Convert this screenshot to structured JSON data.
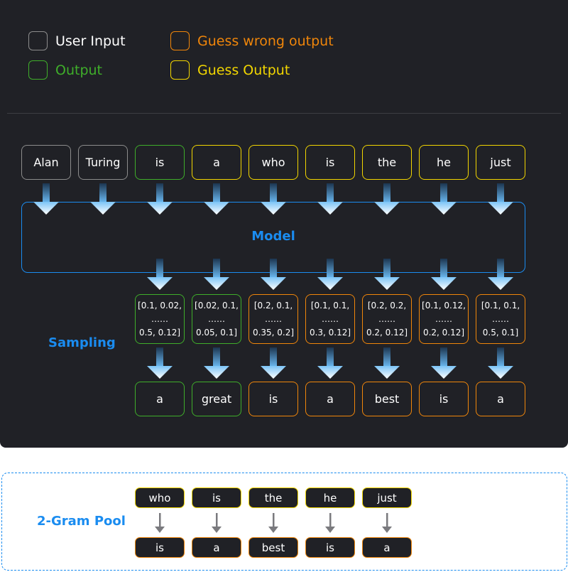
{
  "colors": {
    "input": "#8c8c8c",
    "output": "#3fae2a",
    "wrong": "#f0860a",
    "guess": "#f2d600",
    "blue": "#1a8cf0"
  },
  "legend": [
    {
      "label": "User Input",
      "kind": "input"
    },
    {
      "label": "Output",
      "kind": "output"
    },
    {
      "label": "Guess wrong output",
      "kind": "wrong"
    },
    {
      "label": "Guess Output",
      "kind": "guess"
    }
  ],
  "inputs": [
    {
      "text": "Alan",
      "kind": "input"
    },
    {
      "text": "Turing",
      "kind": "input"
    },
    {
      "text": "is",
      "kind": "output"
    },
    {
      "text": "a",
      "kind": "guess"
    },
    {
      "text": "who",
      "kind": "guess"
    },
    {
      "text": "is",
      "kind": "guess"
    },
    {
      "text": "the",
      "kind": "guess"
    },
    {
      "text": "he",
      "kind": "guess"
    },
    {
      "text": "just",
      "kind": "guess"
    }
  ],
  "model_label": "Model",
  "sampling_label": "Sampling",
  "probs": [
    {
      "text": "[0.1, 0.02,\n……\n0.5, 0.12]",
      "kind": "output"
    },
    {
      "text": "[0.02, 0.1,\n……\n0.05, 0.1]",
      "kind": "output"
    },
    {
      "text": "[0.2, 0.1,\n……\n0.35, 0.2]",
      "kind": "wrong"
    },
    {
      "text": "[0.1, 0.1,\n……\n0.3, 0.12]",
      "kind": "wrong"
    },
    {
      "text": "[0.2, 0.2,\n……\n0.2, 0.12]",
      "kind": "wrong"
    },
    {
      "text": "[0.1, 0.12,\n……\n0.2, 0.12]",
      "kind": "wrong"
    },
    {
      "text": "[0.1, 0.1,\n……\n0.5, 0.1]",
      "kind": "wrong"
    }
  ],
  "outputs": [
    {
      "text": "a",
      "kind": "output"
    },
    {
      "text": "great",
      "kind": "output"
    },
    {
      "text": "is",
      "kind": "wrong"
    },
    {
      "text": "a",
      "kind": "wrong"
    },
    {
      "text": "best",
      "kind": "wrong"
    },
    {
      "text": "is",
      "kind": "wrong"
    },
    {
      "text": "a",
      "kind": "wrong"
    }
  ],
  "pool": {
    "label": "2-Gram Pool",
    "pairs": [
      {
        "from": "who",
        "to": "is"
      },
      {
        "from": "is",
        "to": "a"
      },
      {
        "from": "the",
        "to": "best"
      },
      {
        "from": "he",
        "to": "is"
      },
      {
        "from": "just",
        "to": "a"
      }
    ]
  }
}
